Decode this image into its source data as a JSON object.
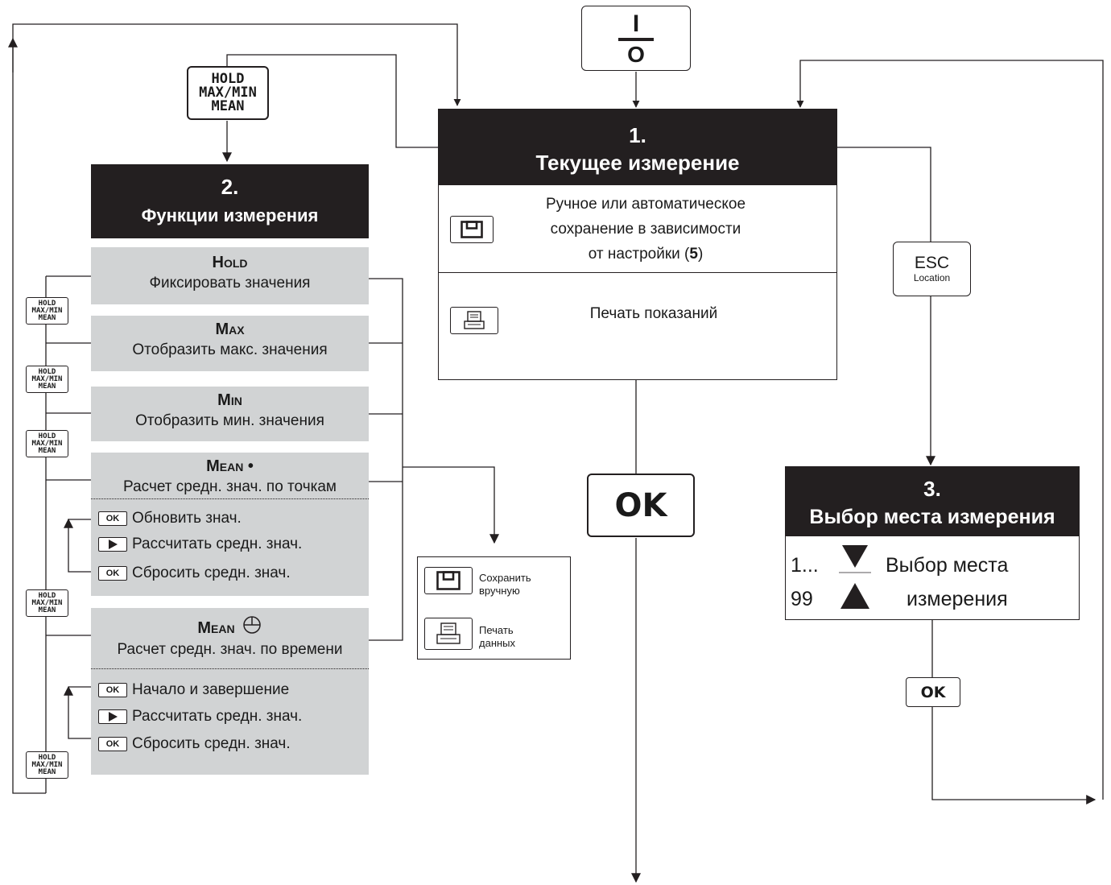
{
  "keys": {
    "power": {
      "top": "I",
      "bottom": "O"
    },
    "mode": {
      "line1": "HOLD",
      "line2": "MAX/MIN",
      "line3": "MEAN"
    },
    "esc": {
      "label": "ESC",
      "sublabel": "Location"
    },
    "ok_large": "OK",
    "ok_small": "OK"
  },
  "box1": {
    "number": "1.",
    "title": "Текущее измерение",
    "save_text_1": "Ручное или автоматическое",
    "save_text_2": "сохранение в зависимости",
    "save_text_3_pre": "от настройки (",
    "save_text_3_num": "5",
    "save_text_3_post": ")",
    "print_text": "Печать показаний"
  },
  "box2": {
    "number": "2.",
    "title": "Функции измерения",
    "hold": {
      "title": "Hold",
      "desc": "Фиксировать значения"
    },
    "max": {
      "title": "Max",
      "desc": "Отобразить макс. значения"
    },
    "min": {
      "title": "Min",
      "desc": "Отобразить мин. значения"
    },
    "mean_point": {
      "title": "Mean •",
      "desc": "Расчет средн. знач. по точкам",
      "actions": [
        {
          "key": "OK",
          "label": "Обновить знач."
        },
        {
          "key": "play",
          "label": "Рассчитать средн. знач."
        },
        {
          "key": "OK",
          "label": "Сбросить средн. знач."
        }
      ]
    },
    "mean_time": {
      "title": "Mean",
      "desc": "Расчет средн. знач. по времени",
      "actions": [
        {
          "key": "OK",
          "label": "Начало и завершение"
        },
        {
          "key": "play",
          "label": "Рассчитать средн. знач."
        },
        {
          "key": "OK",
          "label": "Сбросить средн. знач."
        }
      ]
    }
  },
  "box3": {
    "number": "3.",
    "title": "Выбор места измерения",
    "range_from": "1...",
    "range_to": "99",
    "text_1": "Выбор места",
    "text_2": "измерения"
  },
  "save_box": {
    "save_label_1": "Сохранить",
    "save_label_2": "вручную",
    "print_label_1": "Печать",
    "print_label_2": "данных"
  }
}
